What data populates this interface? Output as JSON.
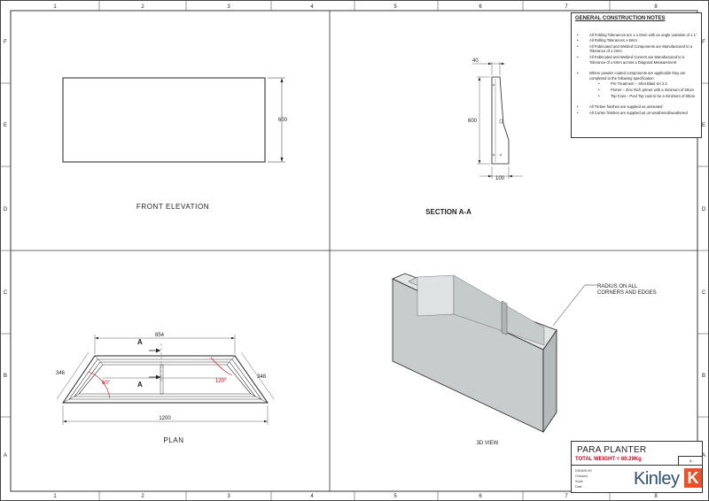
{
  "frame": {
    "top_columns": [
      "1",
      "2",
      "3",
      "4",
      "5",
      "6",
      "7",
      "8"
    ],
    "bottom_columns": [
      "1",
      "2",
      "3",
      "4",
      "5",
      "6",
      "7",
      "8"
    ],
    "left_rows": [
      "F",
      "E",
      "D",
      "C",
      "B",
      "A"
    ],
    "right_rows": [
      "F",
      "E",
      "D",
      "C",
      "B",
      "A"
    ]
  },
  "front_elevation": {
    "label": "FRONT ELEVATION",
    "dim_height": "600"
  },
  "section": {
    "label": "SECTION A-A",
    "dim_top": "40",
    "dim_height": "600",
    "dim_bottom": "100"
  },
  "plan": {
    "label": "PLAN",
    "dim_top": "854",
    "dim_bottom": "1200",
    "dim_left": "346",
    "dim_right": "348",
    "angle_left": "60°",
    "angle_right": "120°",
    "section_mark": "A"
  },
  "view3d": {
    "label": "3D VIEW",
    "callout_line1": "RADIUS ON ALL",
    "callout_line2": "CORNERS AND EDGES"
  },
  "notes": {
    "title": "GENERAL CONSTRUCTION NOTES",
    "items": [
      "All Folding Tolerances are ± 1.0mm with an angle variation of ± 1°",
      "All Rolling Tolerances ± 5mm",
      "All Fabricated and Welded Components are Manufactured to a Tolerance of ± 2mm",
      "All Fabricated and Welded Corners are Manufactured to a Tolerance of ± 5mm across a Diagonal Measurement",
      "Where powder coated components are applicable they are completed to the following specification:"
    ],
    "subitems": [
      "Pre Treatment – Shot Blast SA 2.5",
      "Primer – Zinc Rich primer with a minimum of 60um",
      "Top Coat – Pool Top coat to be a minimum of 60um"
    ],
    "tail_items": [
      "All Timber finishes are supplied as untreated",
      "All Corten finishes are supplied as un-weathered/weathered"
    ]
  },
  "title_block": {
    "title": "PARA PLANTER",
    "weight": "TOTAL WEIGHT = 60.29Kg",
    "rev": "A",
    "meta": [
      "DRAWN BY",
      "Checked",
      "Scale",
      "Date"
    ],
    "logo": "Kinley",
    "logo_mark": "K",
    "brand_color": "#e8512a"
  }
}
